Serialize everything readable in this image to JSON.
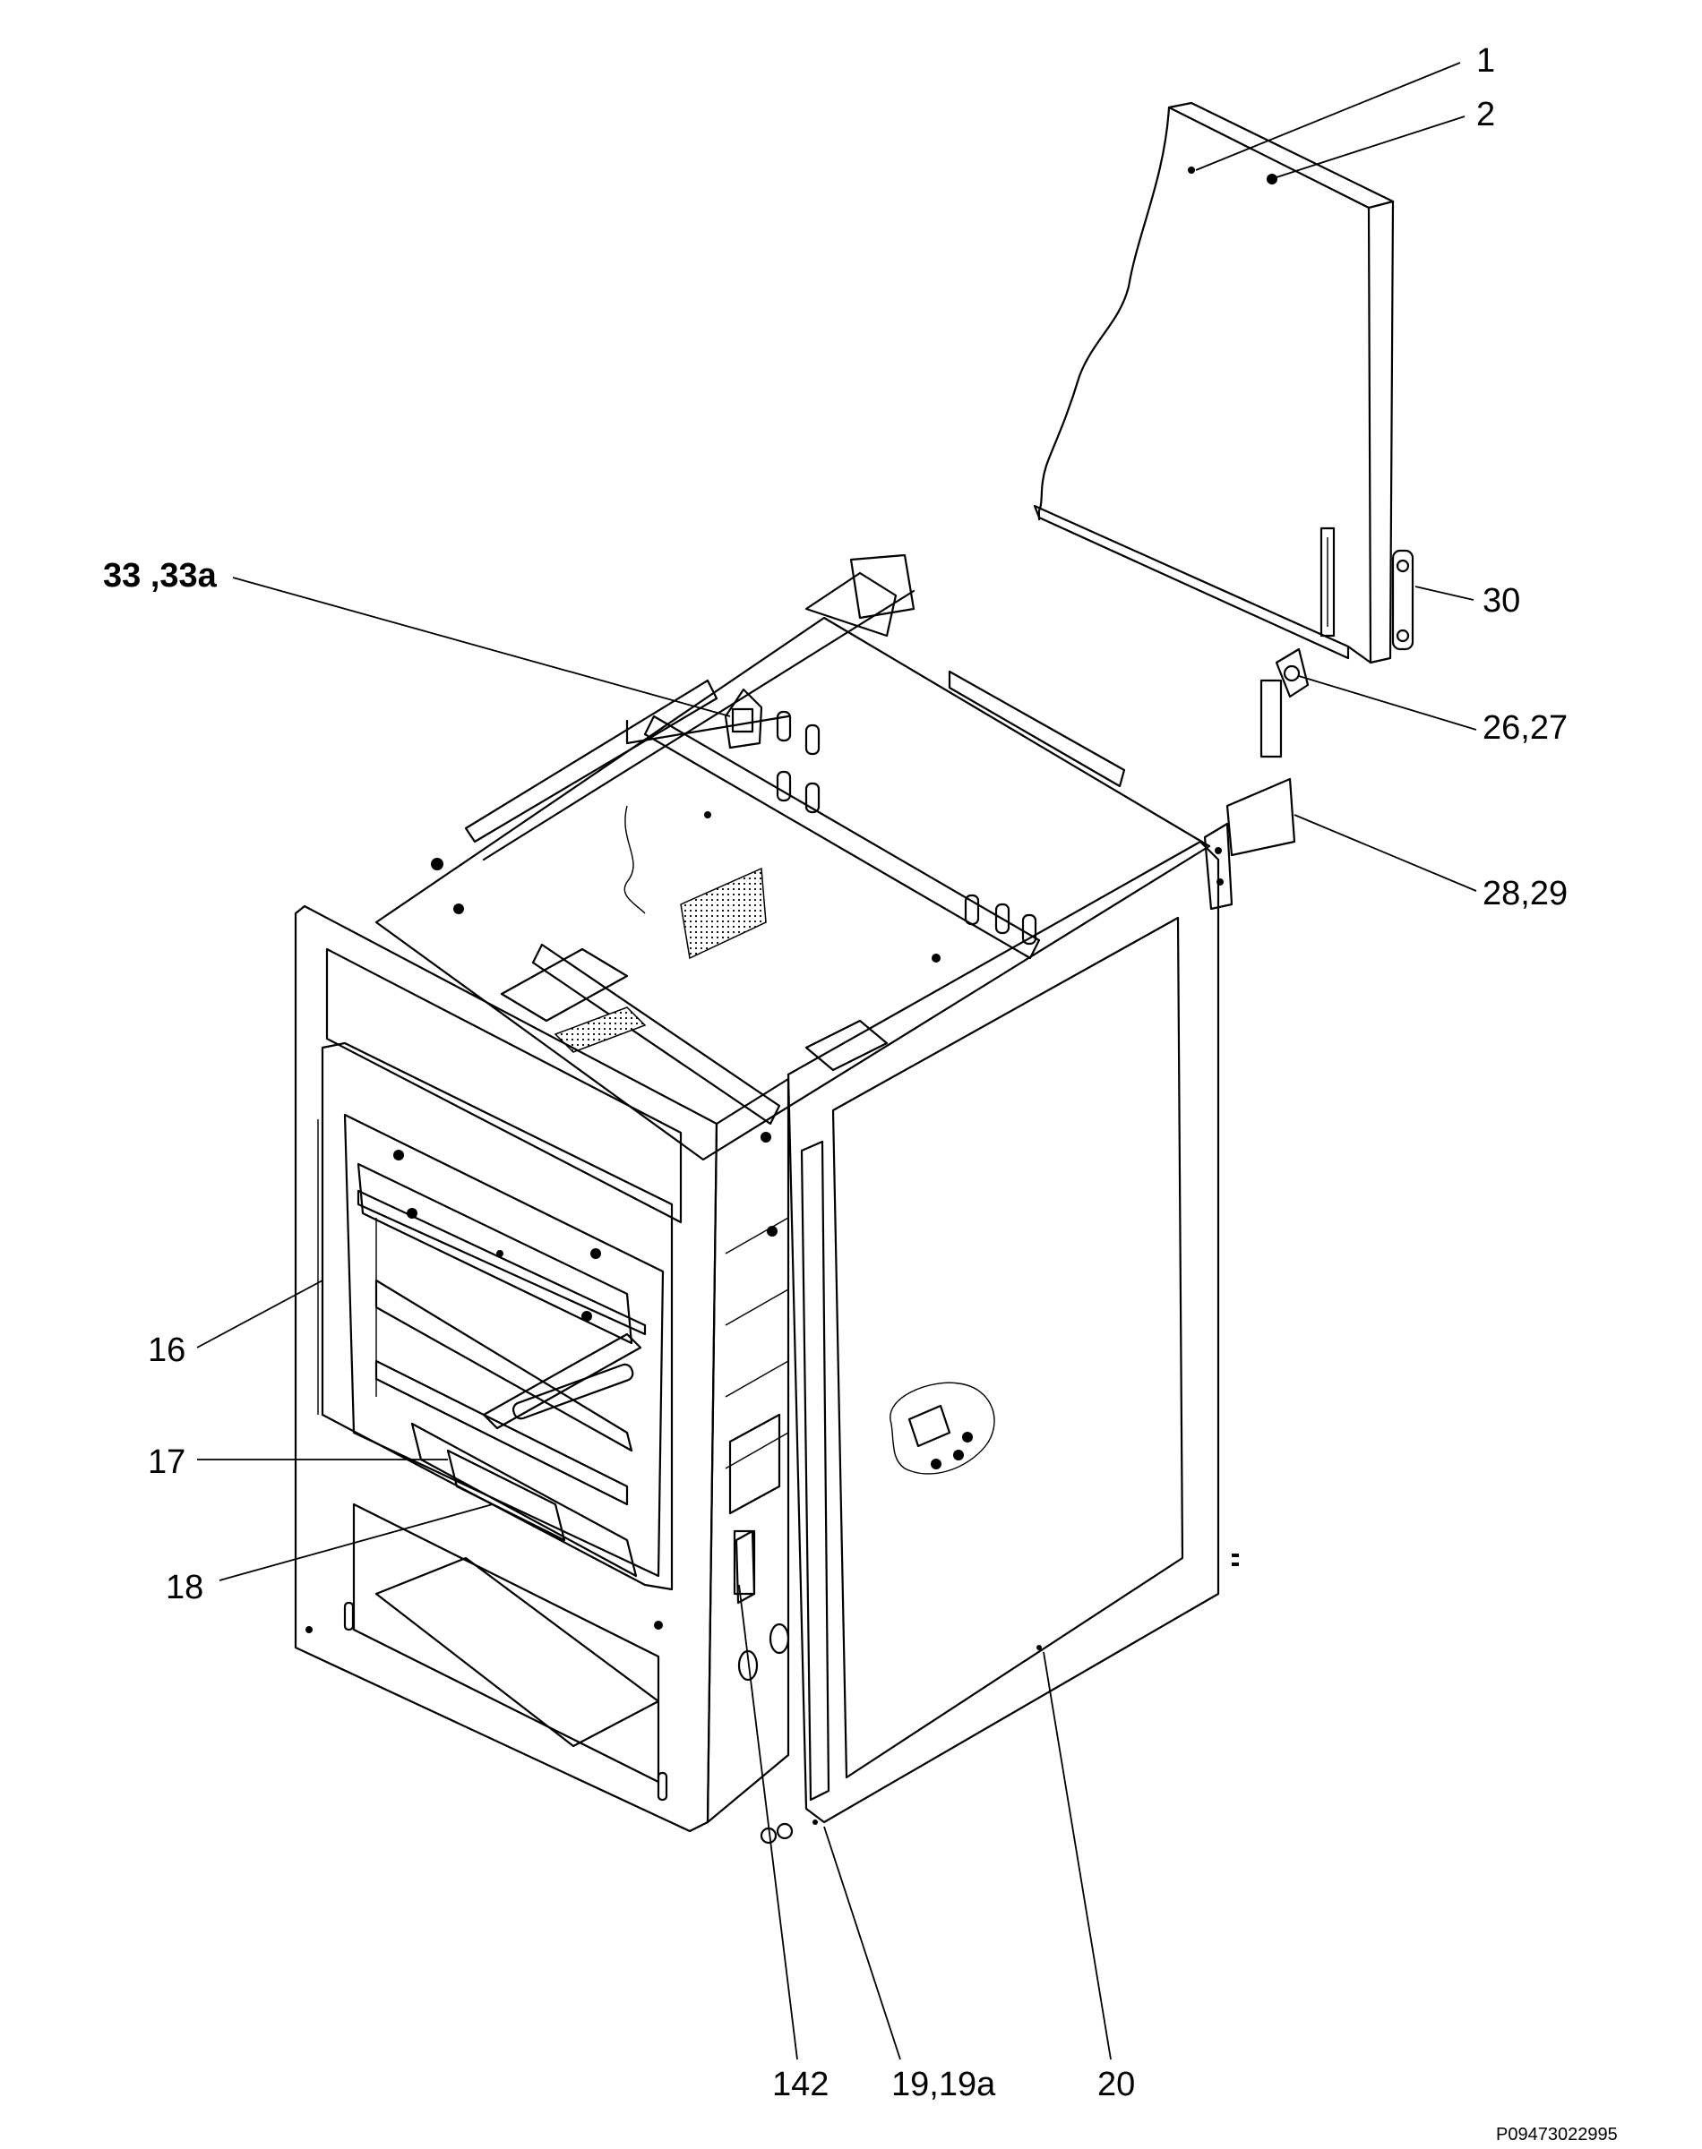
{
  "callouts": {
    "c1": "1",
    "c2": "2",
    "c30": "30",
    "c26_27": "26,27",
    "c28_29": "28,29",
    "c33": "33 ,33a",
    "c16": "16",
    "c17": "17",
    "c18": "18",
    "c142": "142",
    "c19": "19,19a",
    "c20": "20"
  },
  "document_id": "P09473022995",
  "colors": {
    "line": "#000000",
    "background": "#ffffff"
  }
}
